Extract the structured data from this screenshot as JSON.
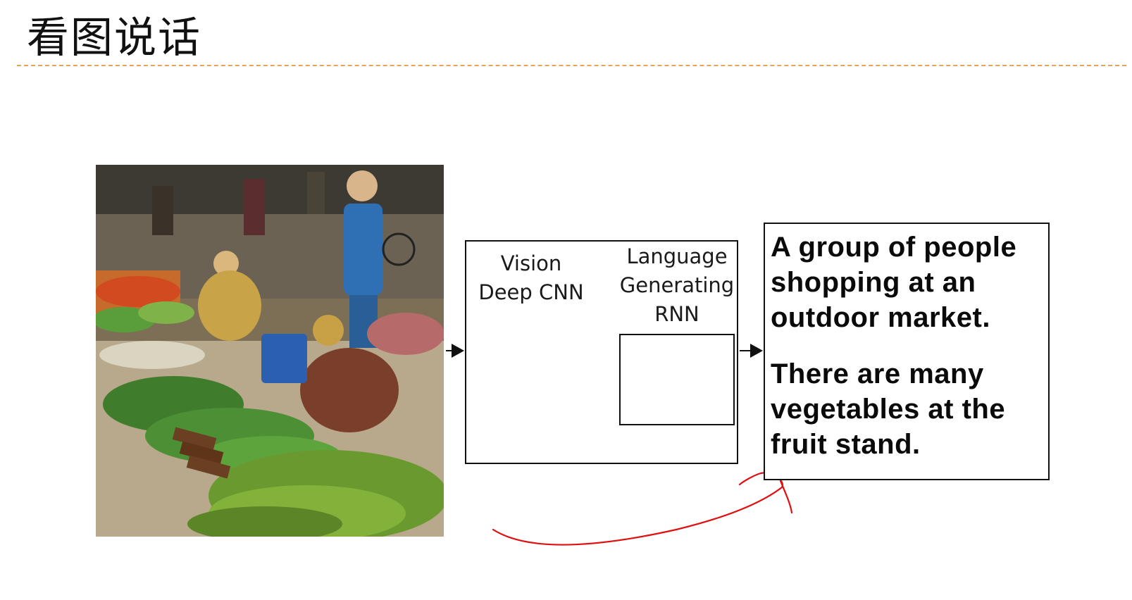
{
  "slide": {
    "title": "看图说话"
  },
  "photo": {
    "subject": "outdoor vegetable market scene"
  },
  "model": {
    "vision_label_line1": "Vision",
    "vision_label_line2": "Deep CNN",
    "language_label_line1": "Language",
    "language_label_line2": "Generating",
    "language_label_line3": "RNN"
  },
  "caption": {
    "sentence1": "A group of people shopping at an outdoor market.",
    "sentence2": "There are many vegetables at the fruit stand."
  },
  "colors": {
    "title_rule": "#e8a35a",
    "annotation": "#e01010",
    "line": "#111111"
  }
}
